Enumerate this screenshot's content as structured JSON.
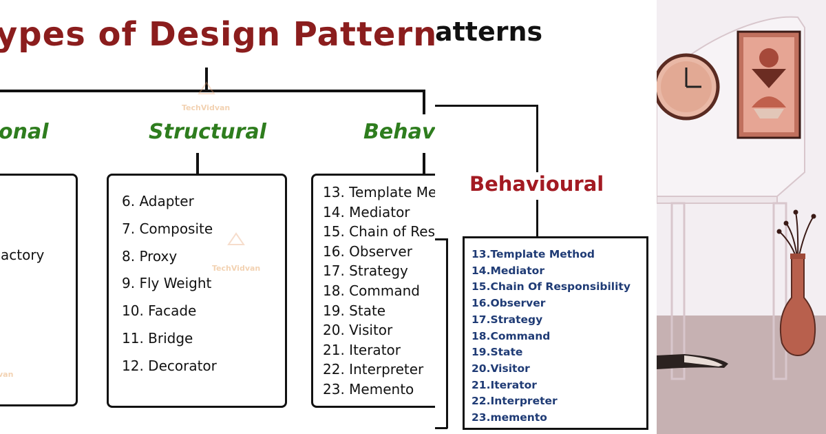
{
  "panel_a": {
    "title": "ypes of Design Pattern in Ja",
    "categories": {
      "creational": "onal",
      "structural": "Structural",
      "behavioural": "Behavio"
    },
    "creational_items": [
      "actory"
    ],
    "structural_items": [
      "6. Adapter",
      "7. Composite",
      "8. Proxy",
      "9. Fly Weight",
      "10. Facade",
      "11. Bridge",
      "12. Decorator"
    ],
    "behavioural_items": [
      "13. Template Me",
      "14. Mediator",
      "15. Chain of Res",
      "16. Observer",
      "17. Strategy",
      "18. Command",
      "19. State",
      "20. Visitor",
      "21. Iterator",
      "22. Interpreter",
      "23. Memento"
    ],
    "watermark": "TechVidvan",
    "watermark_partial": "van"
  },
  "panel_b": {
    "title": "atterns",
    "category": "Behavioural",
    "items": [
      "13.Template Method",
      "14.Mediator",
      "15.Chain Of Responsibility",
      "16.Observer",
      "17.Strategy",
      "18.Command",
      "19.State",
      "20.Visitor",
      "21.Iterator",
      "22.Interpreter",
      "23.memento"
    ]
  },
  "colors": {
    "title_red": "#8b1d1d",
    "category_green": "#2e7d1e",
    "category_red": "#a31a22",
    "list_blue": "#1f3b75",
    "wall": "#f3eef2",
    "floor": "#c6b1b2",
    "terracotta": "#b8604d"
  },
  "icons": [
    "wall-clock-icon",
    "framed-art-icon",
    "vase-icon",
    "chair-icon"
  ]
}
